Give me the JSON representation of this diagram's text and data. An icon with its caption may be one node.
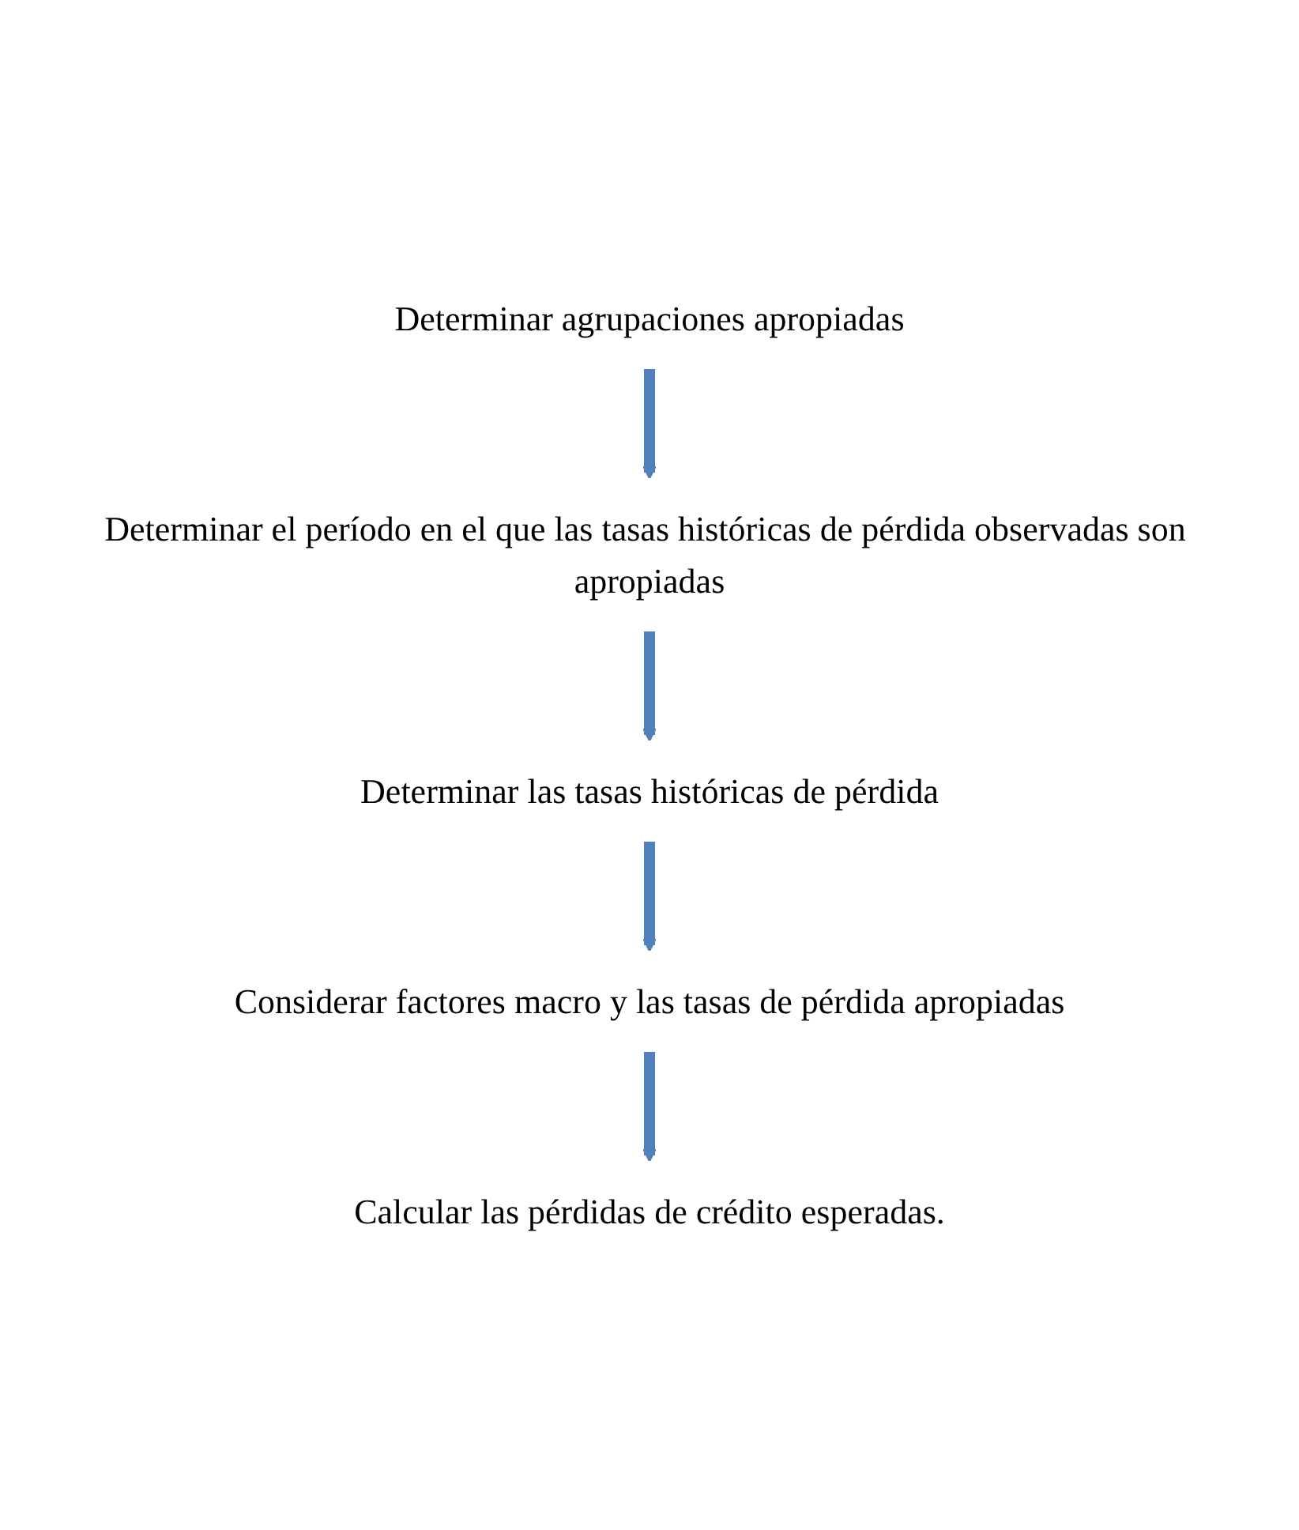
{
  "diagram": {
    "nodes": [
      {
        "text": [
          "Determinar agrupaciones apropiadas"
        ]
      },
      {
        "text": [
          "Determinar el período en el que las tasas históricas de pérdida observadas son apropiadas"
        ]
      },
      {
        "text": [
          "Determinar las tasas históricas de pérdida"
        ]
      },
      {
        "text": [
          "Considerar factores macro  y las tasas de pérdida apropiadas"
        ]
      },
      {
        "text": [
          "Calcular las pérdidas de crédito esperadas."
        ]
      }
    ],
    "edges": [
      {
        "from": 0,
        "to": 1,
        "arrow": "to"
      },
      {
        "from": 1,
        "to": 2,
        "arrow": "to"
      },
      {
        "from": 2,
        "to": 3,
        "arrow": "to"
      },
      {
        "from": 3,
        "to": 4,
        "arrow": "to"
      }
    ]
  }
}
